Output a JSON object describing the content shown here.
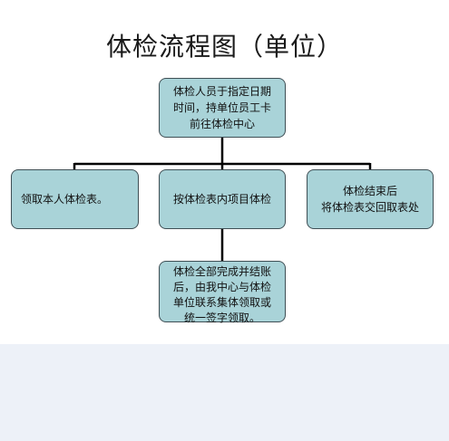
{
  "diagram": {
    "title": "体检流程图（单位）",
    "nodes": {
      "start": "体检人员于指定日期\n时间，持单位员工卡\n前往体检中心",
      "step_left": "领取本人体检表。",
      "step_center": "按体检表内项目体检",
      "step_right": "体检结束后\n将体检表交回取表处",
      "final": "体检全部完成并结账\n后，由我中心与体检\n单位联系集体领取或\n统一签字领取。"
    },
    "colors": {
      "node_fill": "#a9d3d8",
      "node_border": "#3f4f55",
      "connector": "#000000",
      "bottom_band": "#edf1f8"
    }
  }
}
